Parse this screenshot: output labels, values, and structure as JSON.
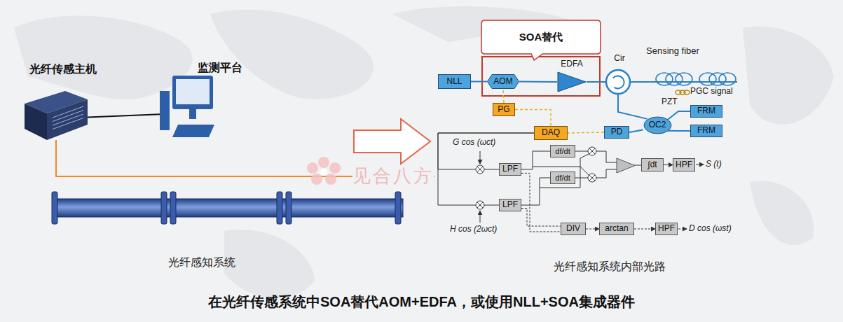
{
  "diagram": {
    "caption": "在光纤传感系统中SOA替代AOM+EDFA，或使用NLL+SOA集成器件",
    "nodes": [
      {
        "text": [
          "光纤传感主机"
        ]
      },
      {
        "text": [
          "监测平台"
        ]
      },
      {
        "text": [
          "SOA替代"
        ]
      },
      {
        "text": [
          "NLL"
        ]
      },
      {
        "text": [
          "AOM"
        ]
      },
      {
        "text": [
          "EDFA"
        ]
      },
      {
        "text": [
          "Cir"
        ]
      },
      {
        "text": [
          "PG"
        ]
      },
      {
        "text": [
          "DAQ"
        ]
      },
      {
        "text": [
          "PD"
        ]
      },
      {
        "text": [
          "OC2"
        ]
      },
      {
        "text": [
          "FRM"
        ]
      },
      {
        "text": [
          "FRM"
        ]
      },
      {
        "text": [
          "LPF"
        ]
      },
      {
        "text": [
          "LPF"
        ]
      },
      {
        "text": [
          "df/dt"
        ]
      },
      {
        "text": [
          "df/dt"
        ]
      },
      {
        "text": [
          "∫dt"
        ]
      },
      {
        "text": [
          "HPF"
        ]
      },
      {
        "text": [
          "DIV"
        ]
      },
      {
        "text": [
          "arctan"
        ]
      },
      {
        "text": [
          "HPF"
        ]
      }
    ],
    "edges": [
      {
        "from": 0,
        "to": 1,
        "arrow": "none"
      },
      {
        "from": 3,
        "to": 4,
        "arrow": "none"
      },
      {
        "from": 4,
        "to": 5,
        "arrow": "none"
      },
      {
        "from": 5,
        "to": 6,
        "arrow": "none"
      },
      {
        "from": 6,
        "to": 10,
        "arrow": "none"
      },
      {
        "from": 10,
        "to": 11,
        "arrow": "none"
      },
      {
        "from": 10,
        "to": 12,
        "arrow": "none"
      },
      {
        "from": 10,
        "to": 9,
        "arrow": "none"
      },
      {
        "from": 9,
        "to": 8,
        "arrow": "none"
      },
      {
        "from": 7,
        "to": 8,
        "arrow": "none"
      },
      {
        "from": 7,
        "to": 4,
        "arrow": "none"
      },
      {
        "from": 8,
        "to": 13,
        "arrow": "none"
      },
      {
        "from": 8,
        "to": 14,
        "arrow": "none"
      },
      {
        "from": 13,
        "to": 15,
        "arrow": "none"
      },
      {
        "from": 14,
        "to": 16,
        "arrow": "none"
      },
      {
        "from": 17,
        "to": 18,
        "arrow": "to"
      },
      {
        "from": 14,
        "to": 19,
        "arrow": "none"
      },
      {
        "from": 13,
        "to": 19,
        "arrow": "none"
      },
      {
        "from": 19,
        "to": 20,
        "arrow": "to"
      },
      {
        "from": 20,
        "to": 21,
        "arrow": "to"
      }
    ],
    "labels": [
      "PGC signal",
      "PZT",
      "Sensing fiber",
      "G cos (ωct)",
      "H cos (2ωct)",
      "S (t)",
      "D cos (ωst)",
      "光纤感知系统",
      "光纤感知系统内部光路",
      "见合八方"
    ]
  }
}
